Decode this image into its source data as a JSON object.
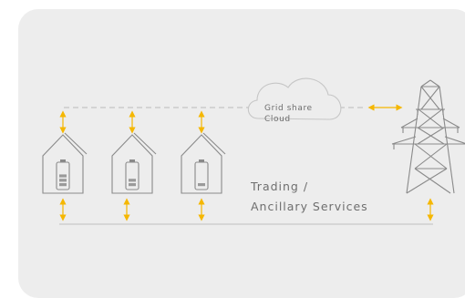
{
  "cloud": {
    "line1": "Grid share",
    "line2": "Cloud"
  },
  "services": {
    "line1": "Trading /",
    "line2": "Ancillary Services"
  },
  "houses": [
    {
      "name": "house-1",
      "battery_level": 0.6
    },
    {
      "name": "house-2",
      "battery_level": 0.4
    },
    {
      "name": "house-3",
      "battery_level": 0.2
    }
  ],
  "colors": {
    "panel": "#ededed",
    "line": "#8a8a8a",
    "dashed": "#c4c4c4",
    "arrow": "#f5b700",
    "text": "#6e6e6e"
  },
  "icons": [
    "house-icon",
    "battery-icon",
    "cloud-icon",
    "transmission-tower-icon",
    "double-arrow-icon"
  ]
}
